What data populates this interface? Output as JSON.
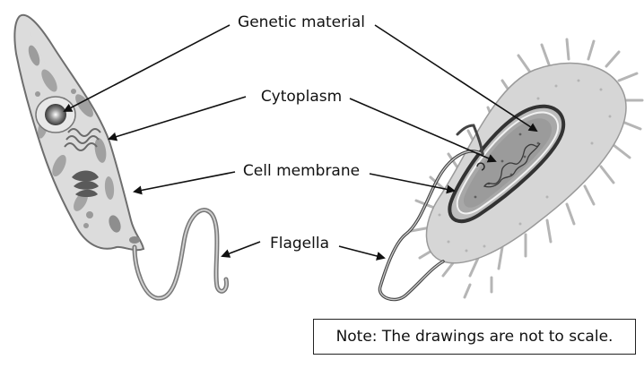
{
  "labels": {
    "genetic_material": "Genetic material",
    "cytoplasm": "Cytoplasm",
    "cell_membrane": "Cell membrane",
    "flagella": "Flagella"
  },
  "note": "Note: The drawings are not to scale.",
  "colors": {
    "cell_fill": "#d9d9d9",
    "cell_outline": "#6e6e6e",
    "organelle_fill": "#8c8c8c",
    "leader_line": "#111111"
  }
}
